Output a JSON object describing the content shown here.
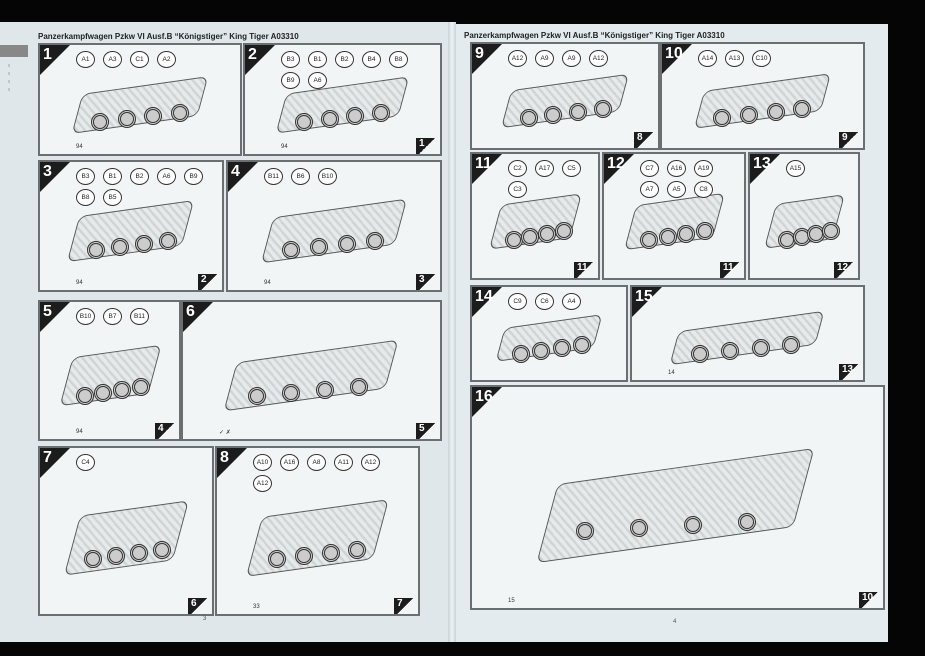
{
  "header": {
    "left_title": "Panzerkampfwagen Pzkw VI Ausf.B “Königstiger” King Tiger A03310",
    "right_title": "Panzerkampfwagen Pzkw VI Ausf.B “Königstiger” King Tiger A03310"
  },
  "pages": {
    "left": "3",
    "right": "4"
  },
  "steps": [
    {
      "n": "1",
      "ref": "",
      "parts": [
        "A1",
        "A3",
        "C1",
        "A2"
      ],
      "extra": "94"
    },
    {
      "n": "2",
      "ref": "1",
      "parts": [
        "B3",
        "B1",
        "B2",
        "B4",
        "B8",
        "B9",
        "A6"
      ],
      "extra": "94"
    },
    {
      "n": "3",
      "ref": "2",
      "parts": [
        "B3",
        "B1",
        "B2",
        "A6",
        "B9",
        "B8",
        "B5"
      ],
      "extra": "94"
    },
    {
      "n": "4",
      "ref": "3",
      "parts": [
        "B11",
        "B6",
        "B10"
      ],
      "extra": "94"
    },
    {
      "n": "5",
      "ref": "4",
      "parts": [
        "B10",
        "B7",
        "B11"
      ],
      "extra": "94"
    },
    {
      "n": "6",
      "ref": "5",
      "parts": [],
      "extra": "✓ ✗"
    },
    {
      "n": "7",
      "ref": "6",
      "parts": [
        "C4"
      ],
      "extra": ""
    },
    {
      "n": "8",
      "ref": "7",
      "parts": [
        "A10",
        "A16",
        "A8",
        "A11",
        "A12",
        "A12"
      ],
      "extra": "33"
    },
    {
      "n": "9",
      "ref": "8",
      "parts": [
        "A12",
        "A9",
        "A9",
        "A12"
      ],
      "extra": ""
    },
    {
      "n": "10",
      "ref": "9",
      "parts": [
        "A14",
        "A13",
        "C10"
      ],
      "extra": ""
    },
    {
      "n": "11",
      "ref": "11",
      "parts": [
        "C2",
        "A17",
        "C5",
        "C3"
      ],
      "extra": ""
    },
    {
      "n": "12",
      "ref": "11",
      "parts": [
        "C7",
        "A16",
        "A19",
        "A7",
        "A5",
        "C8"
      ],
      "extra": ""
    },
    {
      "n": "13",
      "ref": "12",
      "parts": [
        "A15"
      ],
      "extra": ""
    },
    {
      "n": "14",
      "ref": "",
      "parts": [
        "C9",
        "C6",
        "A4"
      ],
      "extra": ""
    },
    {
      "n": "15",
      "ref": "13",
      "parts": [],
      "extra": "14"
    },
    {
      "n": "16",
      "ref": "10",
      "parts": [],
      "extra": "15"
    }
  ]
}
